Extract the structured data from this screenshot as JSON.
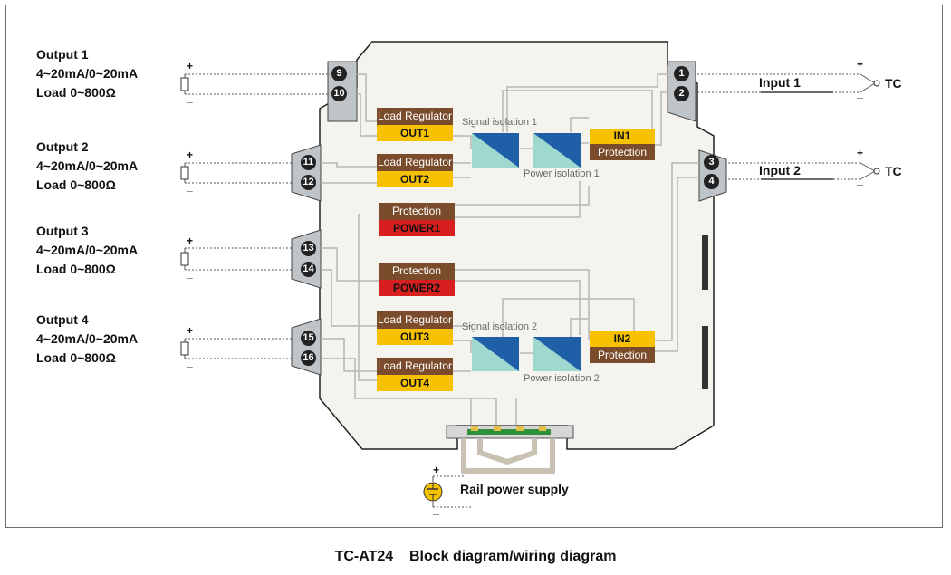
{
  "outputs": [
    {
      "name": "Output 1",
      "range": "4~20mA/0~20mA",
      "load": "Load 0~800Ω",
      "pins": [
        "9",
        "10"
      ]
    },
    {
      "name": "Output 2",
      "range": "4~20mA/0~20mA",
      "load": "Load 0~800Ω",
      "pins": [
        "11",
        "12"
      ]
    },
    {
      "name": "Output 3",
      "range": "4~20mA/0~20mA",
      "load": "Load 0~800Ω",
      "pins": [
        "13",
        "14"
      ]
    },
    {
      "name": "Output 4",
      "range": "4~20mA/0~20mA",
      "load": "Load 0~800Ω",
      "pins": [
        "15",
        "16"
      ]
    }
  ],
  "inputs": [
    {
      "name": "Input 1",
      "sensor": "TC",
      "pins": [
        "1",
        "2"
      ]
    },
    {
      "name": "Input 2",
      "sensor": "TC",
      "pins": [
        "3",
        "4"
      ]
    }
  ],
  "blocks": {
    "load_regulator": "Load Regulator",
    "out1": "OUT1",
    "out2": "OUT2",
    "out3": "OUT3",
    "out4": "OUT4",
    "protection": "Protection",
    "power1": "POWER1",
    "power2": "POWER2",
    "in1": "IN1",
    "in2": "IN2",
    "signal_isolation_1": "Signal isolation 1",
    "signal_isolation_2": "Signal isolation 2",
    "power_isolation_1": "Power isolation 1",
    "power_isolation_2": "Power isolation 2"
  },
  "signs": {
    "plus": "+",
    "minus": "_"
  },
  "rail_power_supply": "Rail power supply",
  "caption": "TC-AT24    Block diagram/wiring diagram",
  "colors": {
    "brown": "#7b4c2b",
    "yellow": "#f6c200",
    "red": "#d71f1f",
    "iso_teal": "#9fd8cf",
    "iso_blue": "#1f5fa8",
    "housing": "#f4f3ee"
  }
}
